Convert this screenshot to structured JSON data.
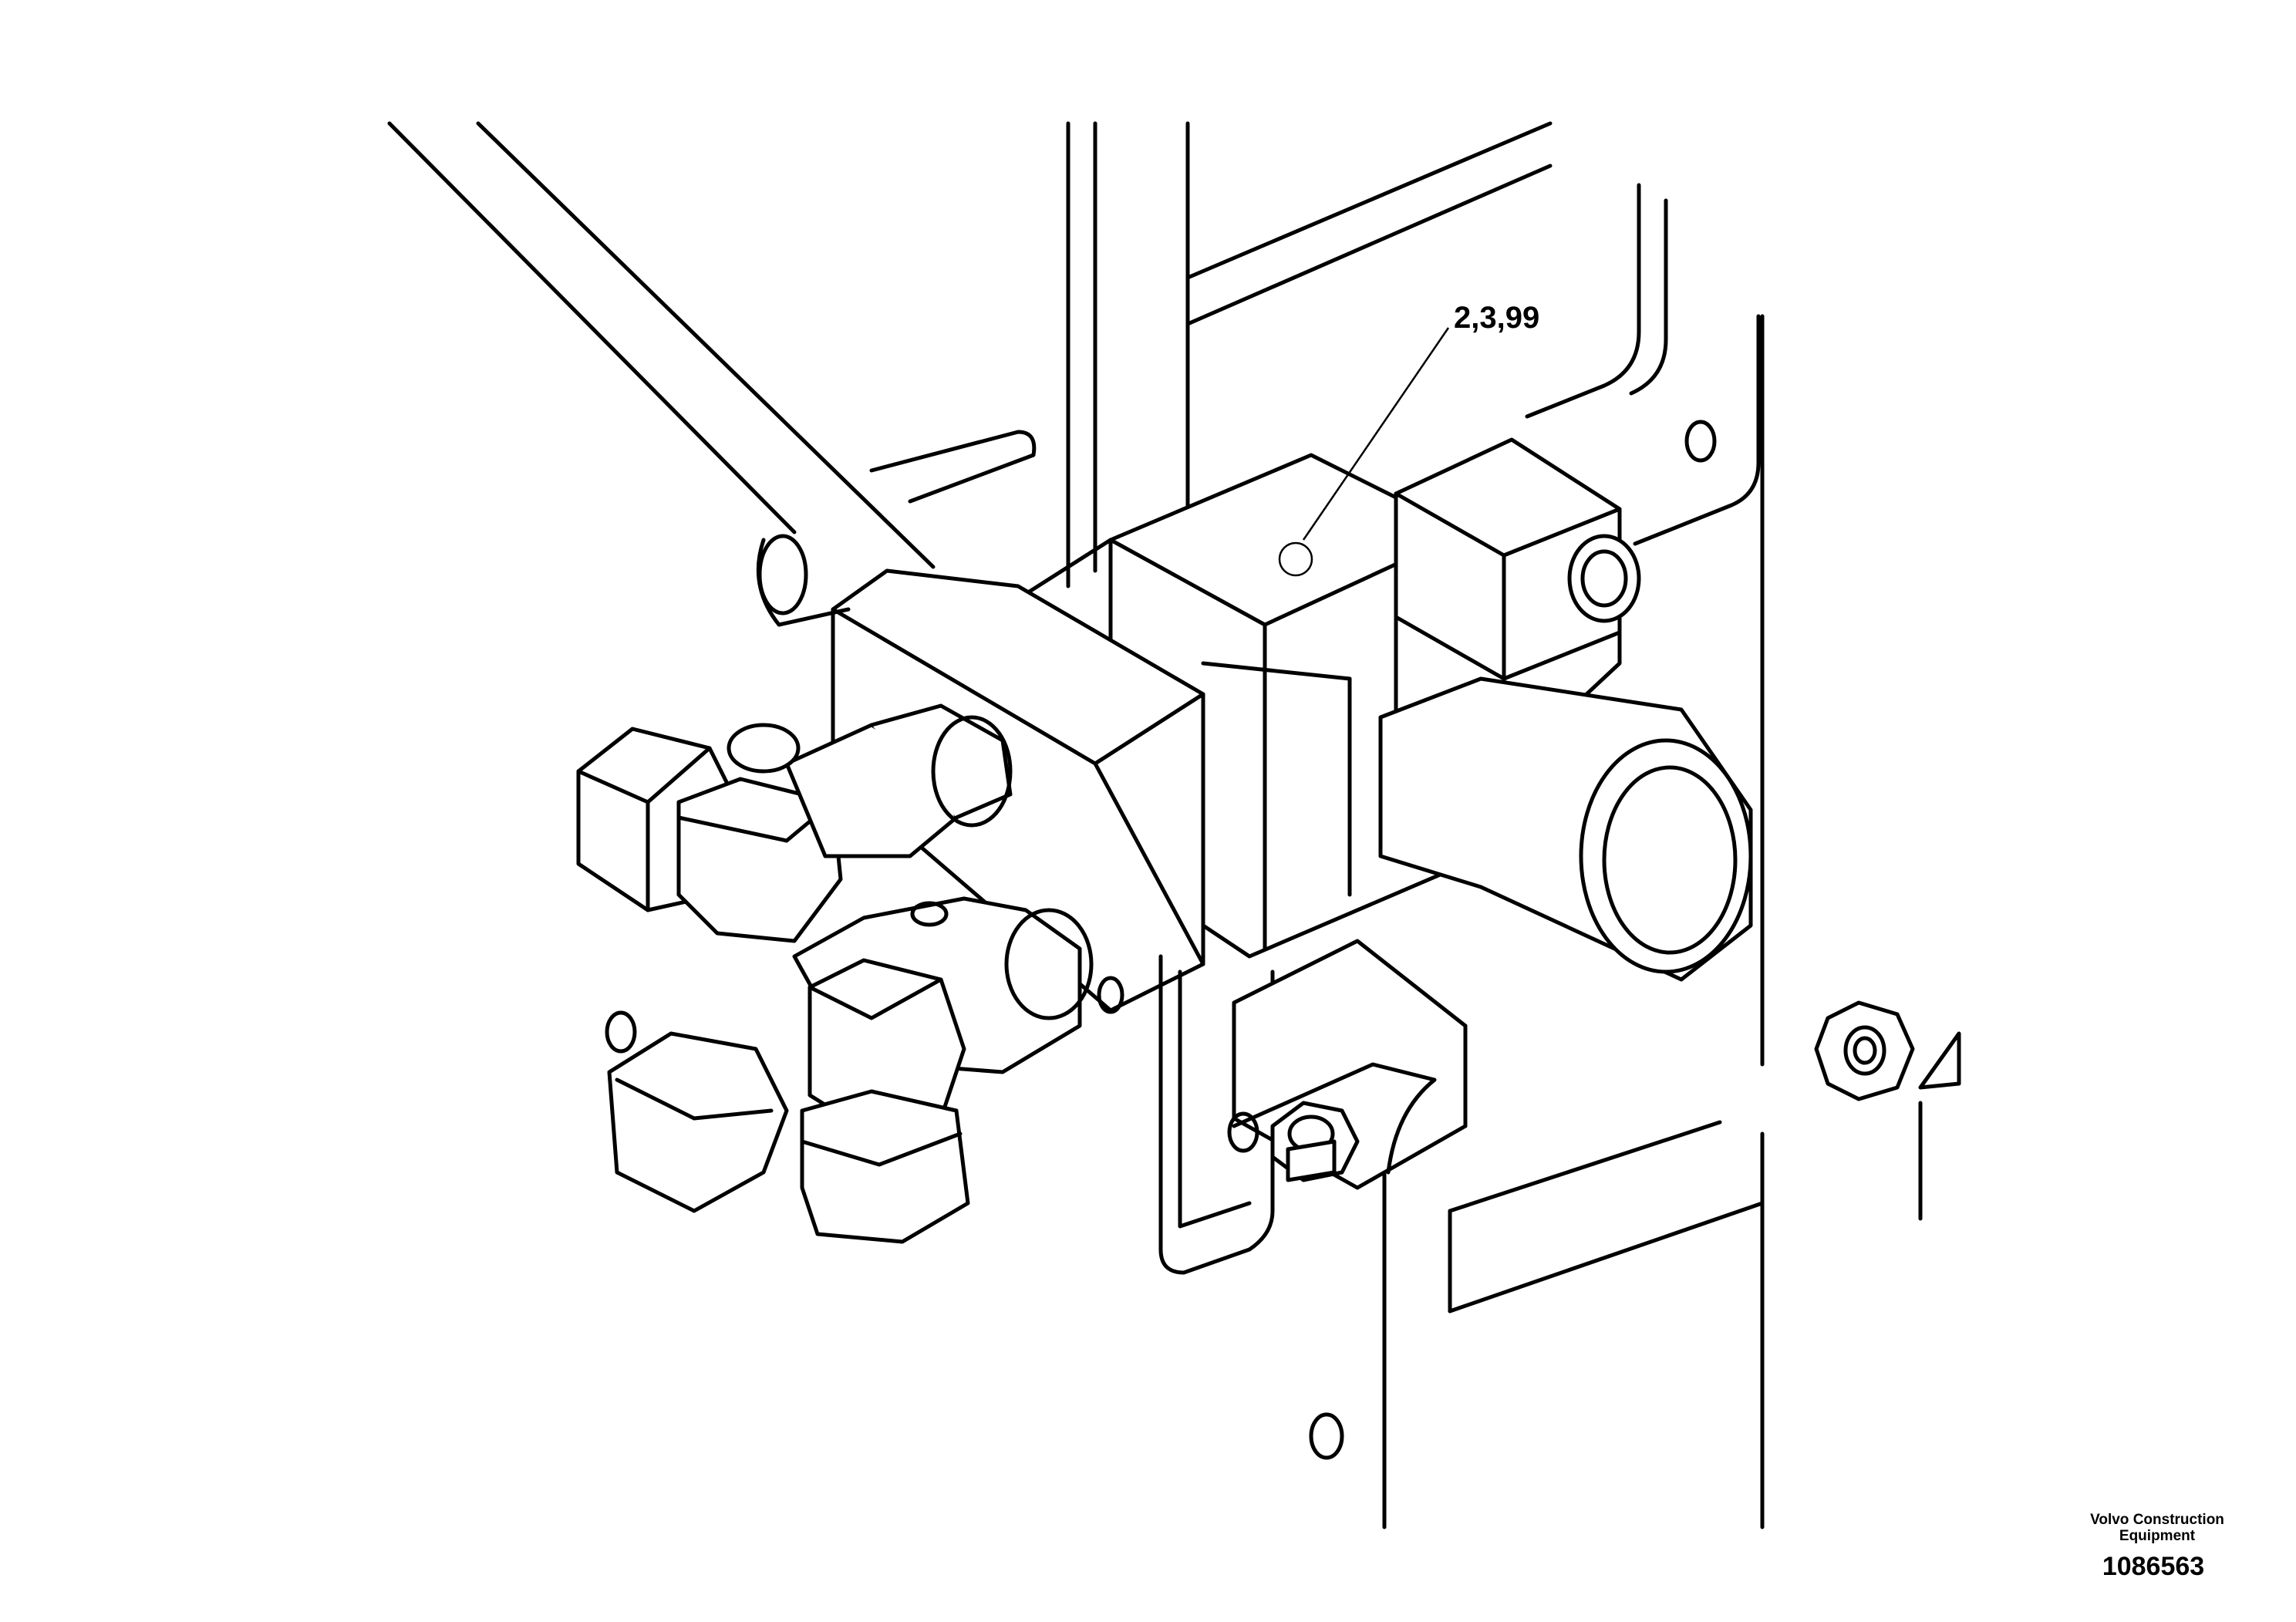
{
  "callout": {
    "label": "2,3,99"
  },
  "footer": {
    "brand": "Volvo Construction Equipment",
    "document_number": "1086563"
  },
  "colors": {
    "line": "#000000",
    "background": "#ffffff"
  }
}
